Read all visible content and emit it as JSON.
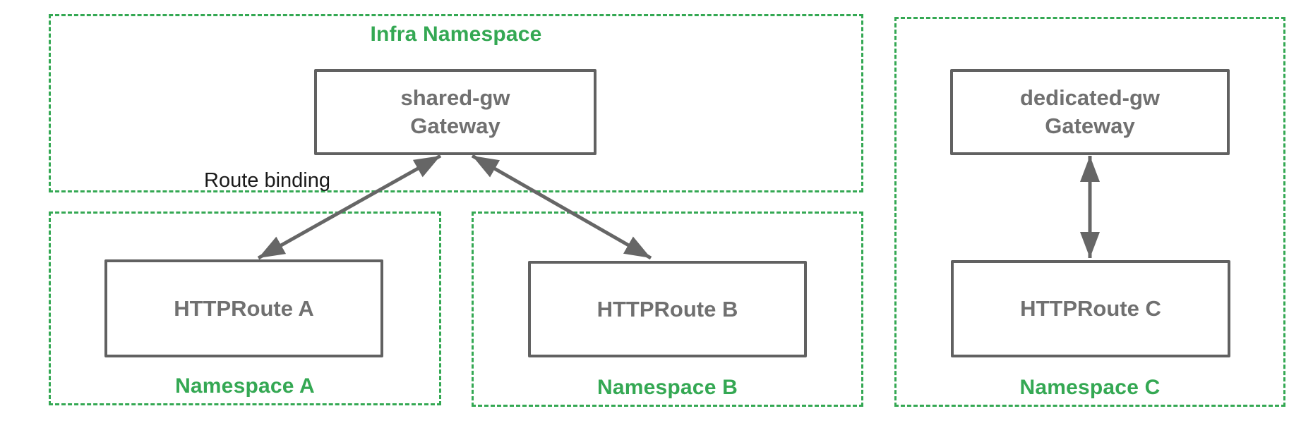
{
  "groups": {
    "infra": {
      "label": "Infra Namespace"
    },
    "namespace_a": {
      "label": "Namespace A"
    },
    "namespace_b": {
      "label": "Namespace B"
    },
    "namespace_c": {
      "label": "Namespace C"
    }
  },
  "nodes": {
    "shared_gw": {
      "name": "shared-gw",
      "kind": "Gateway"
    },
    "dedicated_gw": {
      "name": "dedicated-gw",
      "kind": "Gateway"
    },
    "httproute_a": {
      "label": "HTTPRoute A"
    },
    "httproute_b": {
      "label": "HTTPRoute B"
    },
    "httproute_c": {
      "label": "HTTPRoute C"
    }
  },
  "annotations": {
    "route_binding_label": "Route binding"
  },
  "edges": [
    {
      "from": "httproute_a",
      "to": "shared_gw",
      "style": "double-arrow",
      "meaning": "route binding"
    },
    {
      "from": "httproute_b",
      "to": "shared_gw",
      "style": "double-arrow",
      "meaning": "route binding"
    },
    {
      "from": "httproute_c",
      "to": "dedicated_gw",
      "style": "double-arrow",
      "meaning": "route binding"
    }
  ],
  "colors": {
    "namespace_green": "#34A853",
    "node_border_gray": "#616161",
    "node_text_gray": "#707070",
    "arrow_gray": "#666666",
    "annotation_black": "#1a1a1a",
    "background": "#ffffff"
  }
}
